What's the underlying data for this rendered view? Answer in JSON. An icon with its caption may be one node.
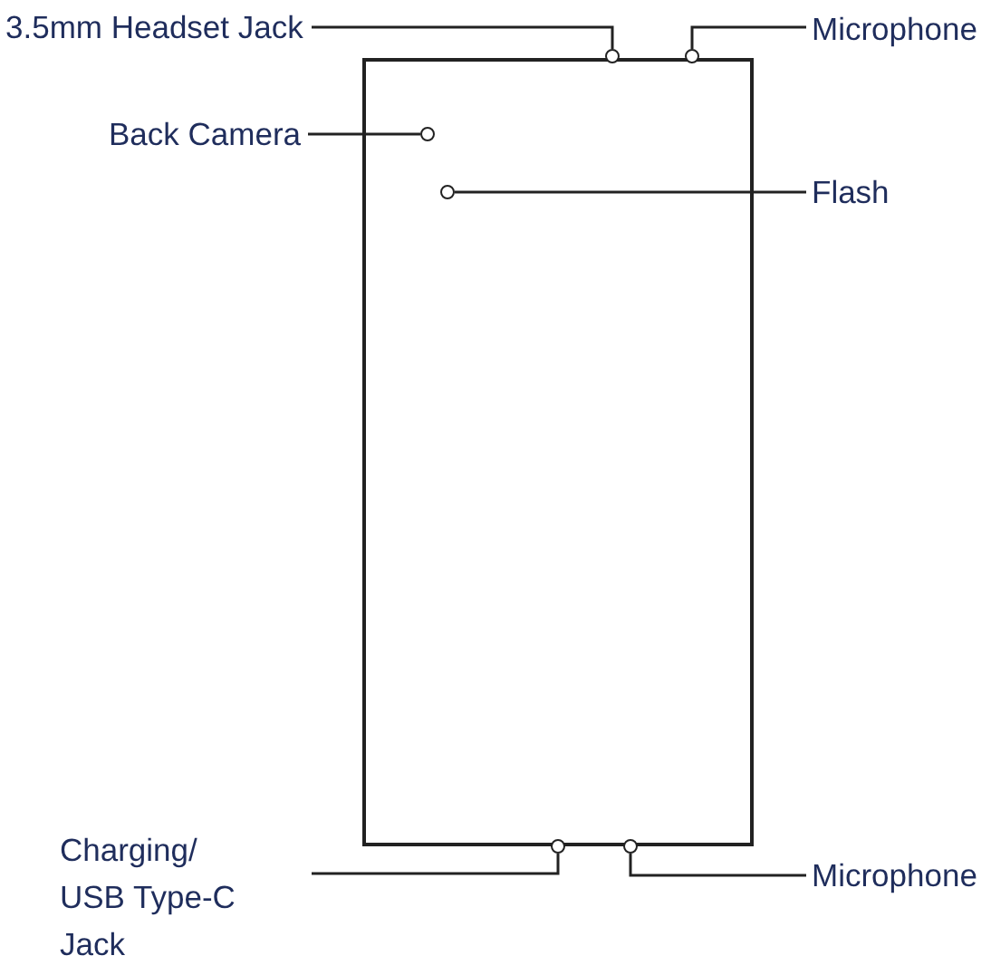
{
  "diagram": {
    "nodes": [
      {
        "text": [],
        "shape": "box"
      },
      {
        "text": [
          "3.5mm Headset Jack"
        ]
      },
      {
        "text": [],
        "shape": "circle"
      },
      {
        "text": [],
        "shape": "circle"
      },
      {
        "text": [
          "Microphone"
        ]
      },
      {
        "text": [
          "Back Camera"
        ]
      },
      {
        "text": [],
        "shape": "circle",
        "in": 0
      },
      {
        "text": [],
        "shape": "circle",
        "in": 0
      },
      {
        "text": [
          "Flash"
        ]
      },
      {
        "text": [
          "Charging/ USB Type-C Jack"
        ]
      },
      {
        "text": [],
        "shape": "circle"
      },
      {
        "text": [],
        "shape": "circle"
      },
      {
        "text": [
          "Microphone"
        ]
      }
    ],
    "edges": [
      {
        "from": 1,
        "to": 2,
        "arrow": "none"
      },
      {
        "from": 4,
        "to": 3,
        "arrow": "none"
      },
      {
        "from": 5,
        "to": 6,
        "arrow": "none"
      },
      {
        "from": 8,
        "to": 7,
        "arrow": "none"
      },
      {
        "from": 9,
        "to": 10,
        "arrow": "none"
      },
      {
        "from": 12,
        "to": 11,
        "arrow": "none"
      }
    ]
  }
}
